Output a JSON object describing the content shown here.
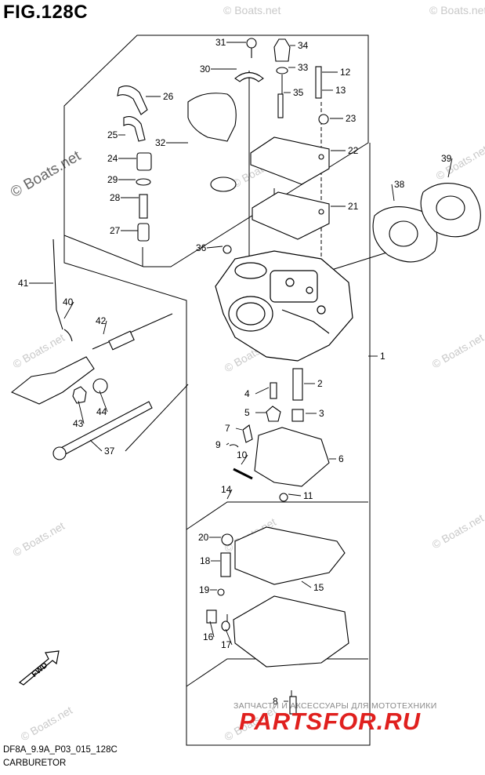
{
  "figure": {
    "title": "FIG.128C",
    "code": "DF8A_9.9A_P03_015_128C",
    "caption": "CARBURETOR"
  },
  "watermark": {
    "site": "© Boats.net",
    "shop_line": "ЗАПЧАСТИ И АКСЕССУАРЫ ДЛЯ МОТОТЕХНИКИ",
    "shop_logo": "PARTSFOR.RU",
    "logo_color": "#e0201e"
  },
  "arrow": {
    "label": "FWD"
  },
  "parts": [
    {
      "n": "1",
      "label": "1"
    },
    {
      "n": "2",
      "label": "2"
    },
    {
      "n": "3",
      "label": "3"
    },
    {
      "n": "4",
      "label": "4"
    },
    {
      "n": "5",
      "label": "5"
    },
    {
      "n": "6",
      "label": "6"
    },
    {
      "n": "7",
      "label": "7"
    },
    {
      "n": "8",
      "label": "8"
    },
    {
      "n": "9",
      "label": "9"
    },
    {
      "n": "10",
      "label": "10"
    },
    {
      "n": "11",
      "label": "11"
    },
    {
      "n": "12",
      "label": "12"
    },
    {
      "n": "13",
      "label": "13"
    },
    {
      "n": "14",
      "label": "14"
    },
    {
      "n": "15",
      "label": "15"
    },
    {
      "n": "16",
      "label": "16"
    },
    {
      "n": "17",
      "label": "17"
    },
    {
      "n": "18",
      "label": "18"
    },
    {
      "n": "19",
      "label": "19"
    },
    {
      "n": "20",
      "label": "20"
    },
    {
      "n": "21",
      "label": "21"
    },
    {
      "n": "22",
      "label": "22"
    },
    {
      "n": "23",
      "label": "23"
    },
    {
      "n": "24",
      "label": "24"
    },
    {
      "n": "25",
      "label": "25"
    },
    {
      "n": "26",
      "label": "26"
    },
    {
      "n": "27",
      "label": "27"
    },
    {
      "n": "28",
      "label": "28"
    },
    {
      "n": "29",
      "label": "29"
    },
    {
      "n": "30",
      "label": "30"
    },
    {
      "n": "31",
      "label": "31"
    },
    {
      "n": "32",
      "label": "32"
    },
    {
      "n": "33",
      "label": "33"
    },
    {
      "n": "34",
      "label": "34"
    },
    {
      "n": "35",
      "label": "35"
    },
    {
      "n": "36",
      "label": "36"
    },
    {
      "n": "37",
      "label": "37"
    },
    {
      "n": "38",
      "label": "38"
    },
    {
      "n": "39",
      "label": "39"
    },
    {
      "n": "40",
      "label": "40"
    },
    {
      "n": "41",
      "label": "41"
    },
    {
      "n": "42",
      "label": "42"
    },
    {
      "n": "43",
      "label": "43"
    },
    {
      "n": "44",
      "label": "44"
    }
  ]
}
